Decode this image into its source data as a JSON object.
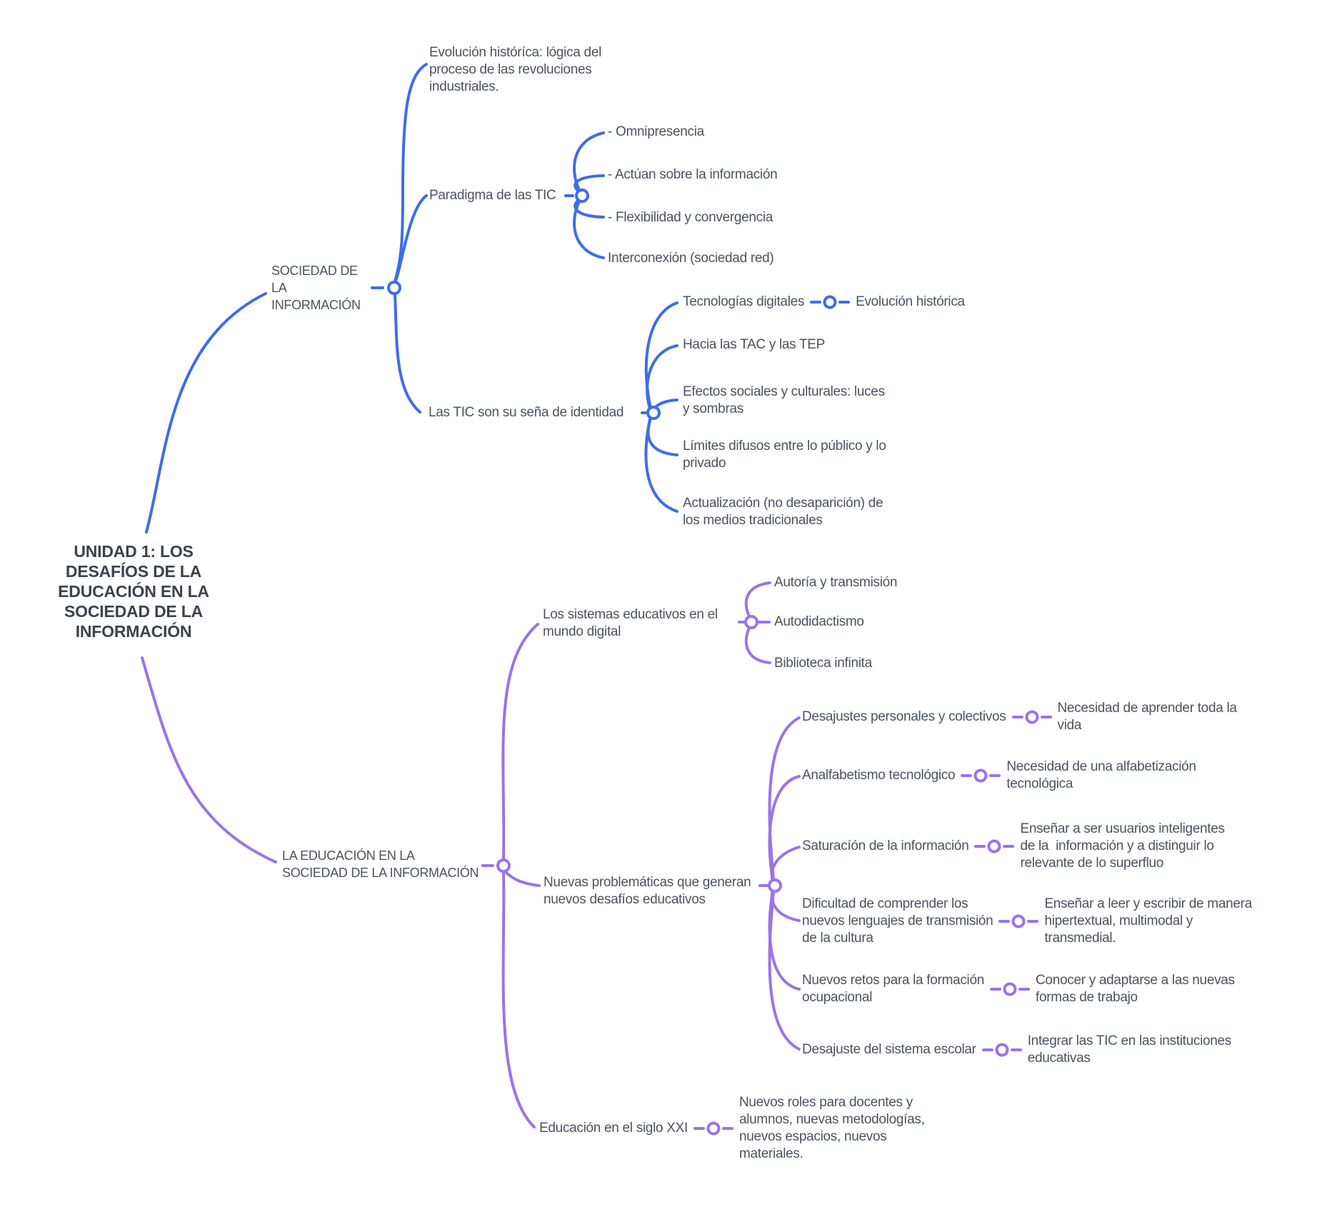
{
  "colors": {
    "branch_blue": "#3D6DE8",
    "branch_purple": "#9B73E9",
    "label_text": "#4A545F",
    "root_text": "#39434D",
    "background": "#FFFFFF"
  },
  "map": {
    "root": {
      "label": "UNIDAD 1: LOS\nDESAFÍOS DE LA\nEDUCACIÓN EN LA\nSOCIEDAD DE LA\nINFORMACIÓN"
    },
    "branches": [
      {
        "label": "SOCIEDAD DE\nLA\nINFORMACIÓN",
        "children": [
          {
            "label": "Evolución históríca: lógica del\nproceso de las revoluciones\nindustriales."
          },
          {
            "label": "Paradigma de las TIC",
            "children": [
              {
                "label": "- Omnipresencia"
              },
              {
                "label": "- Actúan sobre la información"
              },
              {
                "label": "- Flexibilidad y convergencia"
              },
              {
                "label": "Interconexión (sociedad red)"
              }
            ]
          },
          {
            "label": "Las TIC son su seña de identidad",
            "children": [
              {
                "label": "Tecnologías digitales",
                "children": [
                  {
                    "label": "Evolución histórica"
                  }
                ]
              },
              {
                "label": "Hacia las TAC y las TEP"
              },
              {
                "label": "Efectos sociales y culturales: luces\ny sombras"
              },
              {
                "label": "Límites difusos entre lo público y lo\nprivado"
              },
              {
                "label": "Actualización (no desaparición) de\nlos medios tradicionales"
              }
            ]
          }
        ]
      },
      {
        "label": "LA EDUCACIÓN EN LA\nSOCIEDAD DE LA INFORMACIÓN",
        "children": [
          {
            "label": "Los sistemas educativos en el\nmundo digital",
            "children": [
              {
                "label": "Autoría y transmisión"
              },
              {
                "label": "Autodidactismo"
              },
              {
                "label": "Biblioteca infinita"
              }
            ]
          },
          {
            "label": "Nuevas problemáticas que generan\nnuevos desafíos educativos",
            "children": [
              {
                "label": "Desajustes personales y colectivos",
                "children": [
                  {
                    "label": "Necesidad de aprender toda la\nvida"
                  }
                ]
              },
              {
                "label": "Analfabetismo tecnológico",
                "children": [
                  {
                    "label": "Necesidad de una alfabetización\ntecnológica"
                  }
                ]
              },
              {
                "label": "Saturacíón de la información",
                "children": [
                  {
                    "label": "Enseñar a ser usuarios inteligentes\nde la  información y a distinguir lo\nrelevante de lo superfluo"
                  }
                ]
              },
              {
                "label": "Dificultad de comprender los\nnuevos lenguajes de transmisión\nde la cultura",
                "children": [
                  {
                    "label": "Enseñar a leer y escribir de manera\nhipertextual, multimodal y\ntransmedial."
                  }
                ]
              },
              {
                "label": "Nuevos retos para la formación\nocupacional",
                "children": [
                  {
                    "label": "Conocer y adaptarse a las nuevas\nformas de trabajo"
                  }
                ]
              },
              {
                "label": "Desajuste del sistema escolar",
                "children": [
                  {
                    "label": "Integrar las TIC en las instituciones\neducativas"
                  }
                ]
              }
            ]
          },
          {
            "label": "Educación en el siglo XXI",
            "children": [
              {
                "label": "Nuevos roles para docentes y\nalumnos, nuevas metodologías,\nnuevos espacios, nuevos\nmateriales."
              }
            ]
          }
        ]
      }
    ]
  }
}
